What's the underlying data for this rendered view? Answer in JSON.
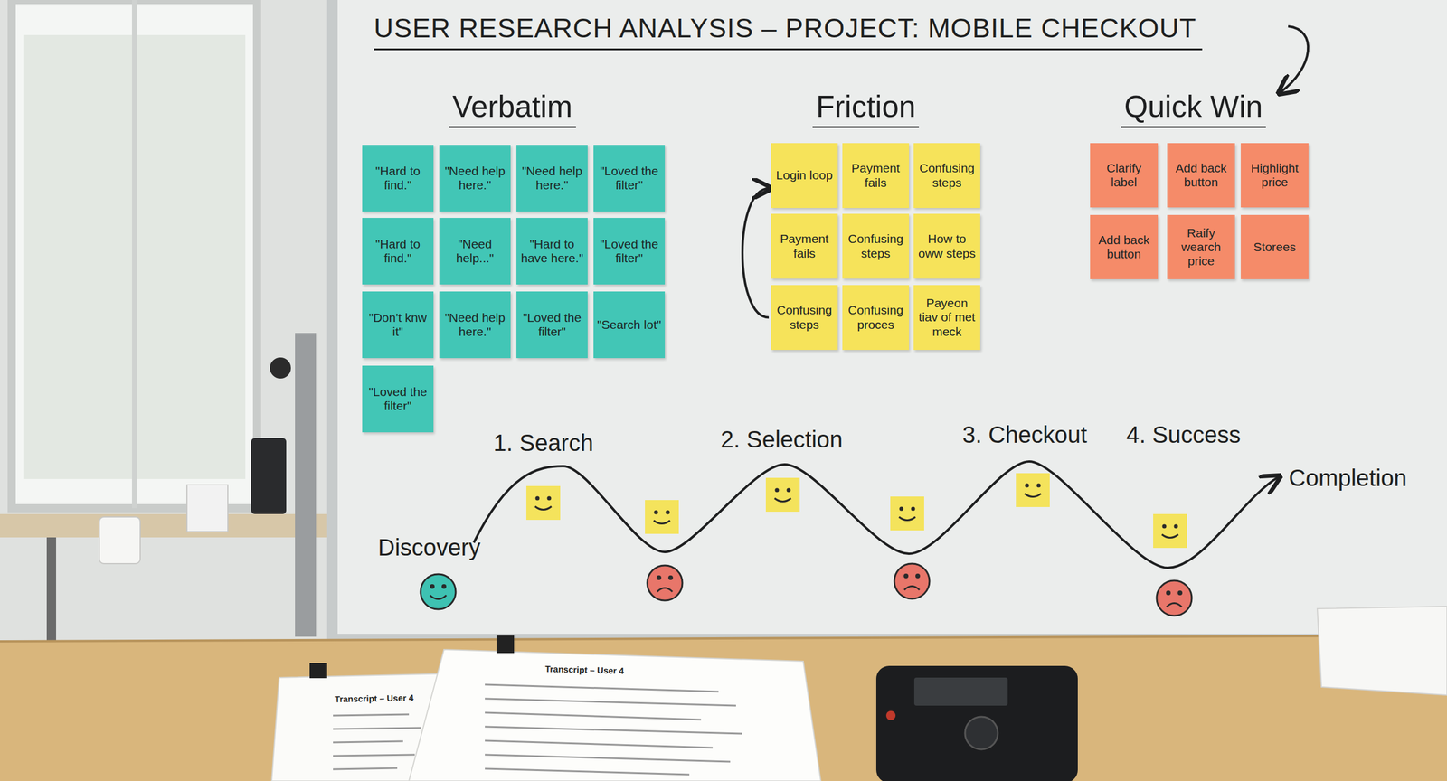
{
  "diagram": {
    "title": "USER RESEARCH ANALYSIS – PROJECT: MOBILE CHECKOUT",
    "nodes": [
      {
        "text": [
          "\"Hard to find.\""
        ]
      },
      {
        "text": [
          "\"Need help here.\""
        ]
      },
      {
        "text": [
          "\"Need help here.\""
        ]
      },
      {
        "text": [
          "\"Loved the filter\""
        ]
      },
      {
        "text": [
          "\"Hard to find.\""
        ]
      },
      {
        "text": [
          "\"Need help...\""
        ]
      },
      {
        "text": [
          "\"Hard to have here.\""
        ]
      },
      {
        "text": [
          "\"Loved the filter\""
        ]
      },
      {
        "text": [
          "\"Don't knw it\""
        ]
      },
      {
        "text": [
          "\"Need help here.\""
        ]
      },
      {
        "text": [
          "\"Loved the filter\""
        ]
      },
      {
        "text": [
          "\"Search lot\""
        ]
      },
      {
        "text": [
          "\"Loved the filter\""
        ]
      },
      {
        "text": [
          "Login loop"
        ]
      },
      {
        "text": [
          "Payment fails"
        ]
      },
      {
        "text": [
          "Confusing steps"
        ]
      },
      {
        "text": [
          "Payment fails"
        ]
      },
      {
        "text": [
          "Confusing steps"
        ]
      },
      {
        "text": [
          "How to oww steps"
        ]
      },
      {
        "text": [
          "Confusing steps"
        ]
      },
      {
        "text": [
          "Confusing proces"
        ]
      },
      {
        "text": [
          "Payeon tiav of met meck"
        ]
      },
      {
        "text": [
          "Clarify label"
        ]
      },
      {
        "text": [
          "Add back button"
        ]
      },
      {
        "text": [
          "Highlight price"
        ]
      },
      {
        "text": [
          "Add back button"
        ]
      },
      {
        "text": [
          "Raify wearch price"
        ]
      },
      {
        "text": [
          "Storees"
        ]
      }
    ],
    "edges": [
      {
        "from": 19,
        "to": 13,
        "arrow": "to"
      }
    ],
    "labels": [
      "Verbatim",
      "Friction",
      "Quick Win",
      "1. Search",
      "2. Selection",
      "3. Checkout",
      "4. Success",
      "Discovery",
      "Completion",
      "Transcript – User 4",
      "Transcript – User 4"
    ]
  }
}
